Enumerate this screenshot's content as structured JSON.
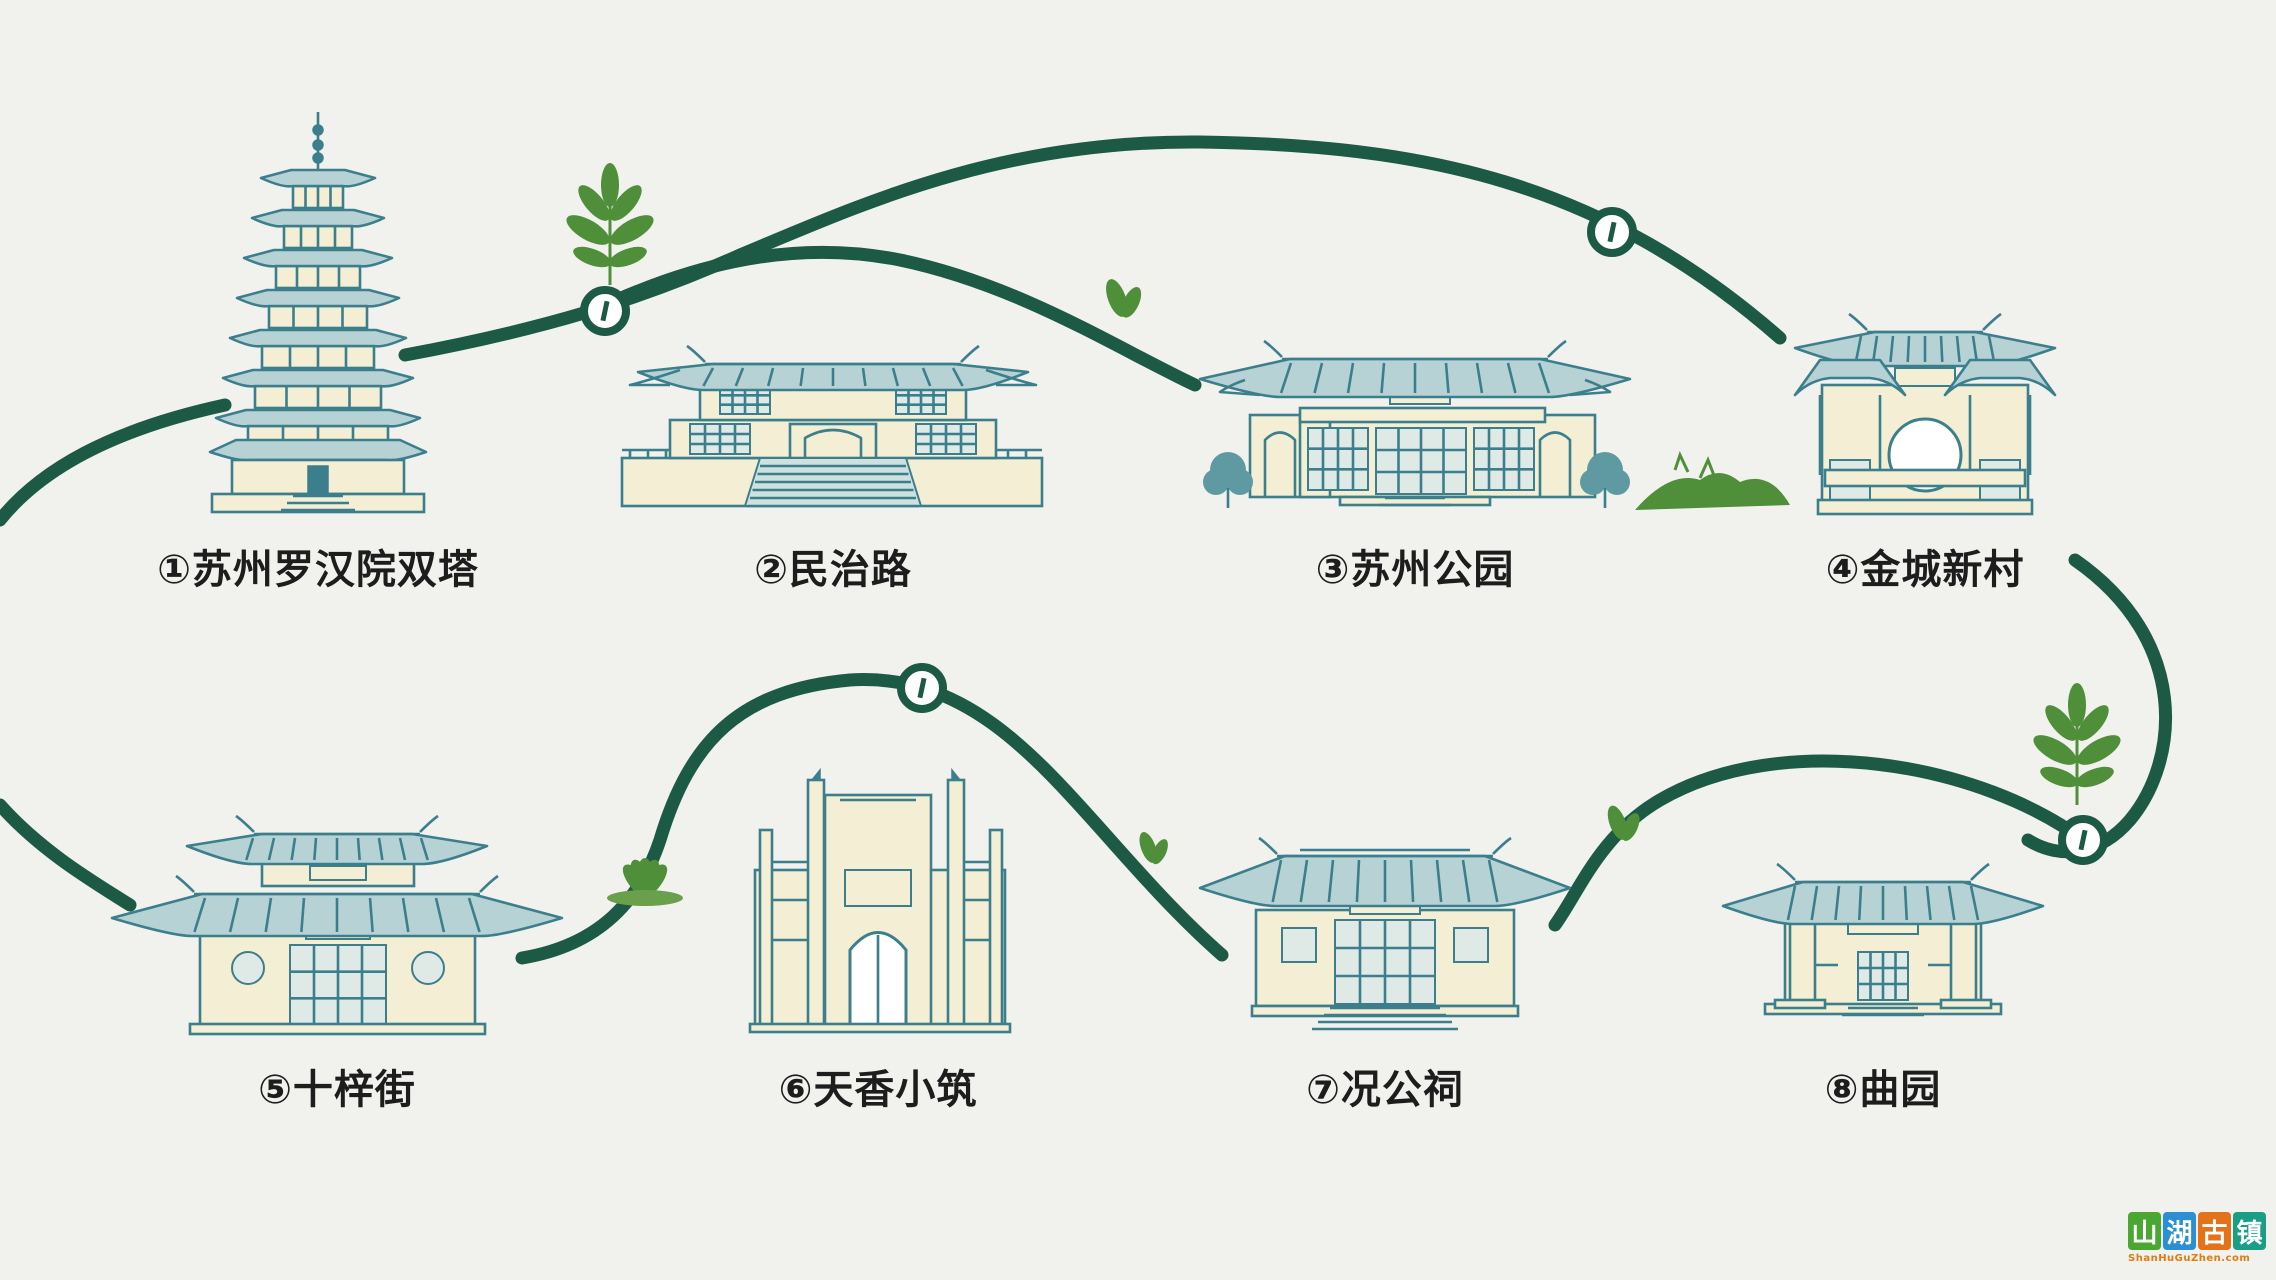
{
  "stops": [
    {
      "label": "①苏州罗汉院双塔",
      "building": "pagoda"
    },
    {
      "label": "②民治路",
      "building": "pavilion-terrace"
    },
    {
      "label": "③苏州公园",
      "building": "hall"
    },
    {
      "label": "④金城新村",
      "building": "moon-gate"
    },
    {
      "label": "⑤十梓街",
      "building": "two-storey-hall"
    },
    {
      "label": "⑥天香小筑",
      "building": "gate-arch"
    },
    {
      "label": "⑦况公祠",
      "building": "temple"
    },
    {
      "label": "⑧曲园",
      "building": "garden-hall"
    }
  ],
  "colors": {
    "route": "#1d5a46",
    "building_line": "#3c7f8c",
    "roof_fill": "#b7d2d4",
    "wall_fill": "#f3eed4",
    "leaf": "#4f8f3a",
    "background": "#f1f1ee"
  },
  "logo": {
    "chars": [
      "山",
      "湖",
      "古",
      "镇"
    ],
    "tile_colors": [
      "#4aa832",
      "#2b8fd1",
      "#e2731b",
      "#1b9e86"
    ],
    "url": "ShanHuGuZhen.com"
  }
}
